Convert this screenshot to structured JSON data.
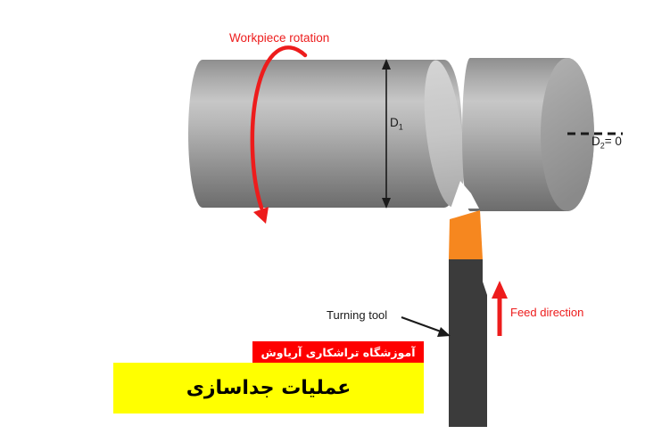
{
  "labels": {
    "workpiece_rotation": "Workpiece rotation",
    "turning_tool": "Turning tool",
    "feed_direction": "Feed direction",
    "d1": {
      "symbol": "D",
      "subscript": "1"
    },
    "d2": {
      "symbol": "D",
      "subscript": "2",
      "suffix": "= 0"
    }
  },
  "banners": {
    "school": {
      "text": "آموزشگاه تراشکاری آریاوش",
      "bg": "#fe0000",
      "fg": "#ffffff"
    },
    "operation": {
      "text": "عملیات جداسازی",
      "bg": "#ffff00",
      "fg": "#000000"
    }
  },
  "colors": {
    "annotation_red": "#ed1c1c",
    "dimension_black": "#1a1a1a",
    "tool_insert_orange": "#f6871f",
    "tool_shank_dark": "#3b3b3b",
    "workpiece_gray": "#b0b0b0",
    "background": "#ffffff"
  }
}
